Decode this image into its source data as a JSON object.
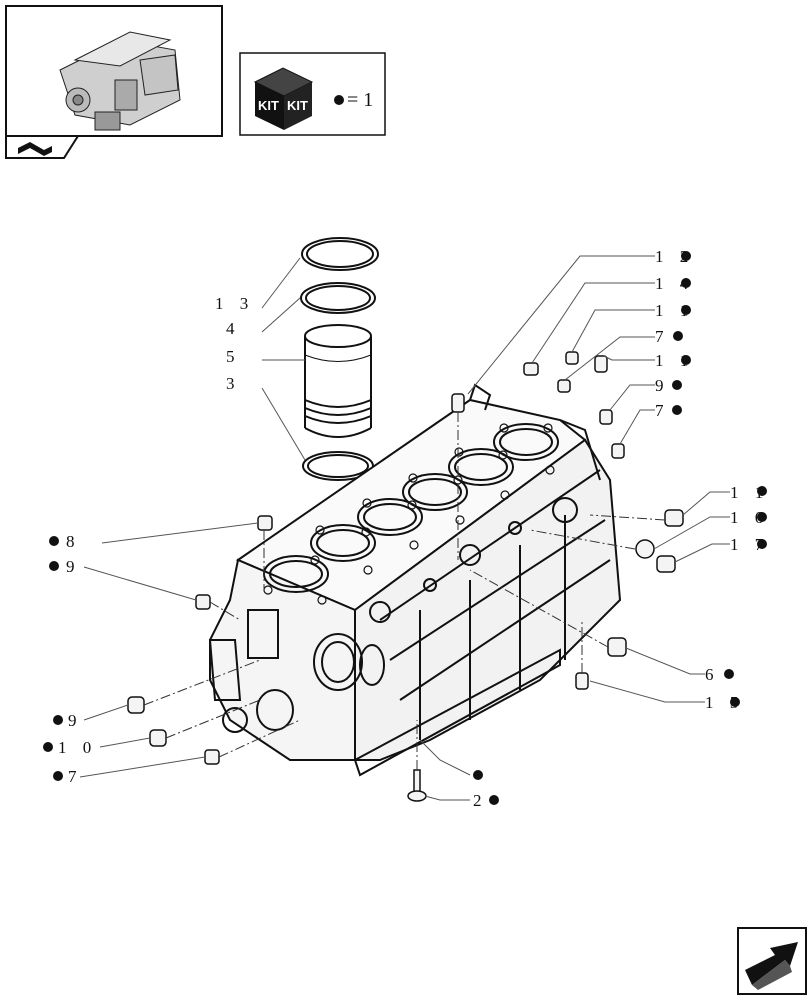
{
  "header": {
    "kit_legend": {
      "kit_words": [
        "KIT",
        "KIT"
      ],
      "equals_text": "= 1"
    }
  },
  "callouts": {
    "c12": "1 2",
    "c14": "1 4",
    "c11a": "1 1",
    "c7a": "7",
    "c11b": "1 1",
    "c9a": "9",
    "c7b": "7",
    "c11c": "1 1",
    "c16": "1 6",
    "c17": "1 7",
    "c6": "6",
    "c15": "1 5",
    "c2": "2",
    "c13": "1 3",
    "c4": "4",
    "c5": "5",
    "c3": "3",
    "c8": "8",
    "c9b": "9",
    "c9c": "9",
    "c10": "1 0",
    "c7c": "7"
  },
  "colors": {
    "line": "#111111",
    "leader": "#555555",
    "paper": "#ffffff"
  },
  "icons": [
    "engine-thumbnail-icon",
    "kit-box-icon",
    "previous-page-arrow-icon",
    "next-page-arrow-icon"
  ]
}
